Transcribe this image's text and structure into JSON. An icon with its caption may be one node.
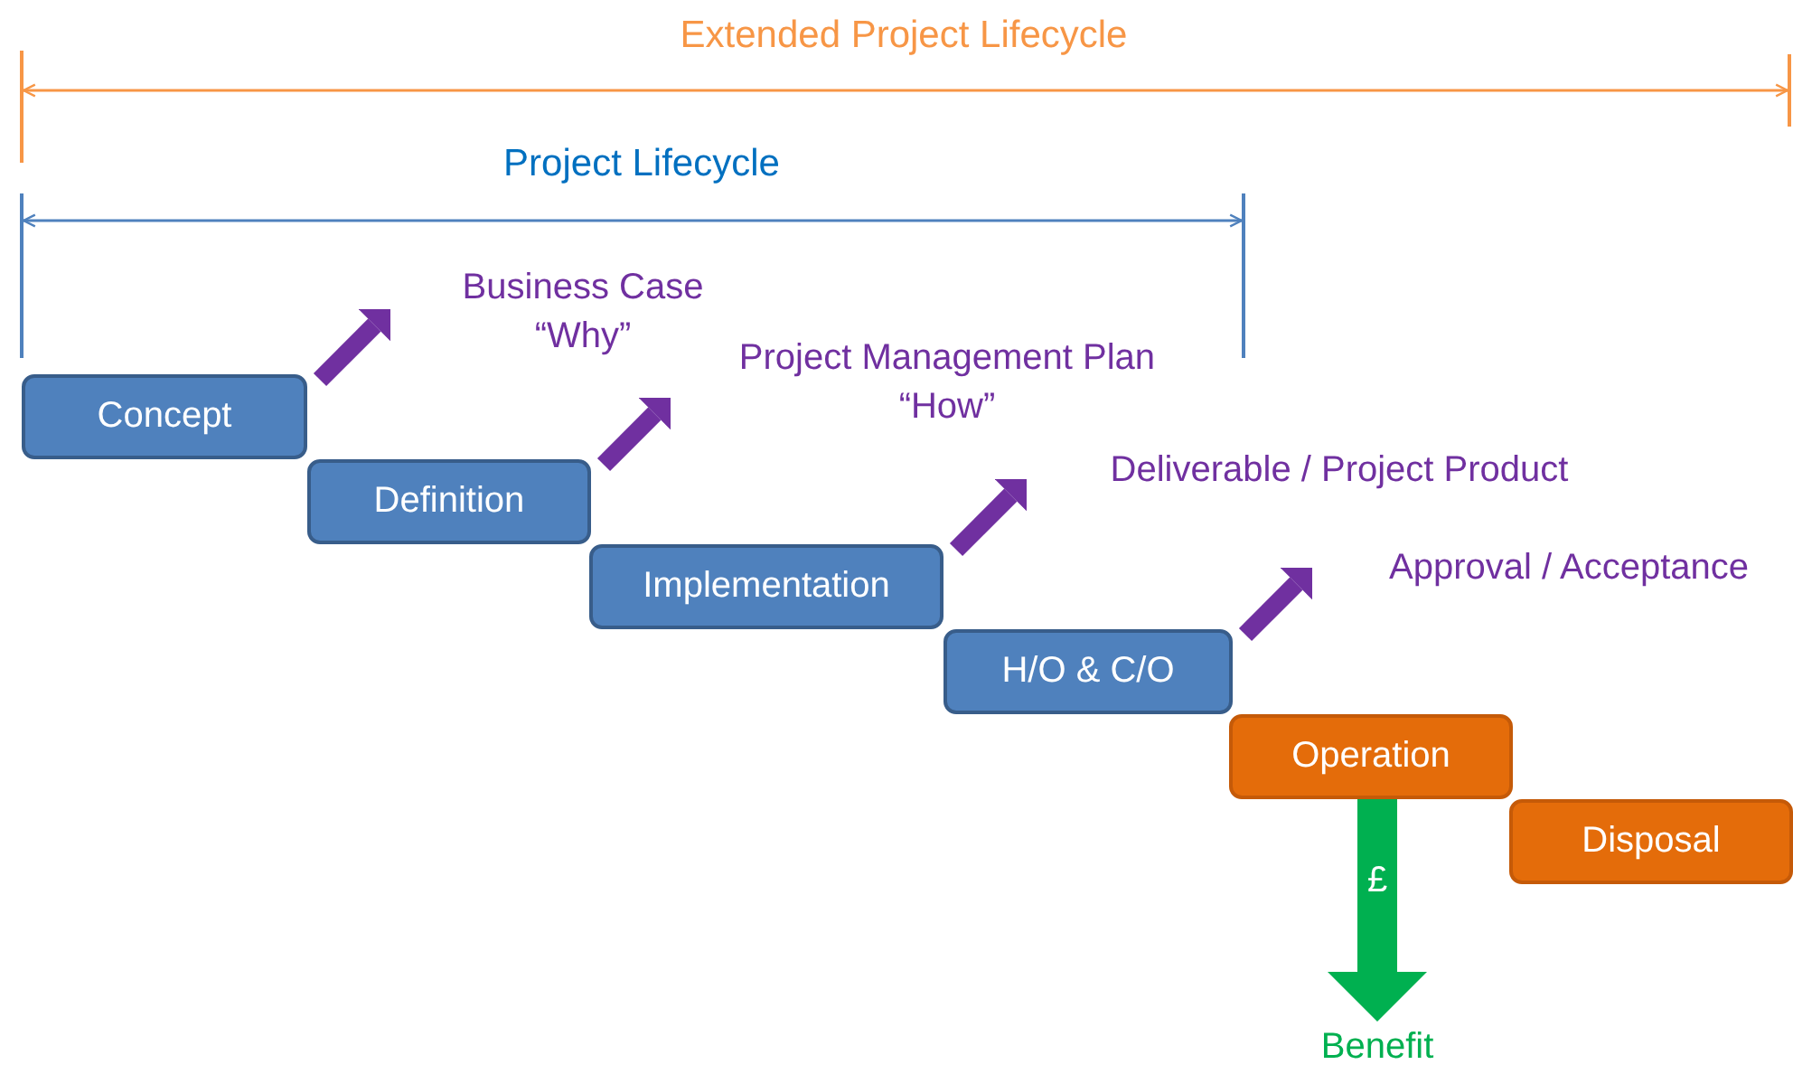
{
  "diagram": {
    "nodes": [
      {
        "text": [
          "Concept"
        ]
      },
      {
        "text": [
          "Definition"
        ]
      },
      {
        "text": [
          "Implementation"
        ]
      },
      {
        "text": [
          "H/O & C/O"
        ]
      },
      {
        "text": [
          "Operation"
        ]
      },
      {
        "text": [
          "Disposal"
        ]
      },
      {
        "text": [
          "Business Case",
          "“Why”"
        ]
      },
      {
        "text": [
          "Project Management Plan",
          "“How”"
        ]
      },
      {
        "text": [
          "Deliverable / Project Product"
        ]
      },
      {
        "text": [
          "Approval / Acceptance"
        ]
      },
      {
        "text": [
          "Benefit"
        ]
      }
    ],
    "edges": [
      {
        "from": 0,
        "to": 6,
        "arrow": "to",
        "color": "#7030a0"
      },
      {
        "from": 1,
        "to": 7,
        "arrow": "to",
        "color": "#7030a0"
      },
      {
        "from": 2,
        "to": 8,
        "arrow": "to",
        "color": "#7030a0"
      },
      {
        "from": 3,
        "to": 9,
        "arrow": "to",
        "color": "#7030a0"
      },
      {
        "from": 4,
        "to": 10,
        "arrow": "to",
        "style": "thick",
        "color": "#00b050",
        "label": "£"
      }
    ],
    "labels": [
      "Extended Project Lifecycle",
      "Project Lifecycle"
    ]
  }
}
